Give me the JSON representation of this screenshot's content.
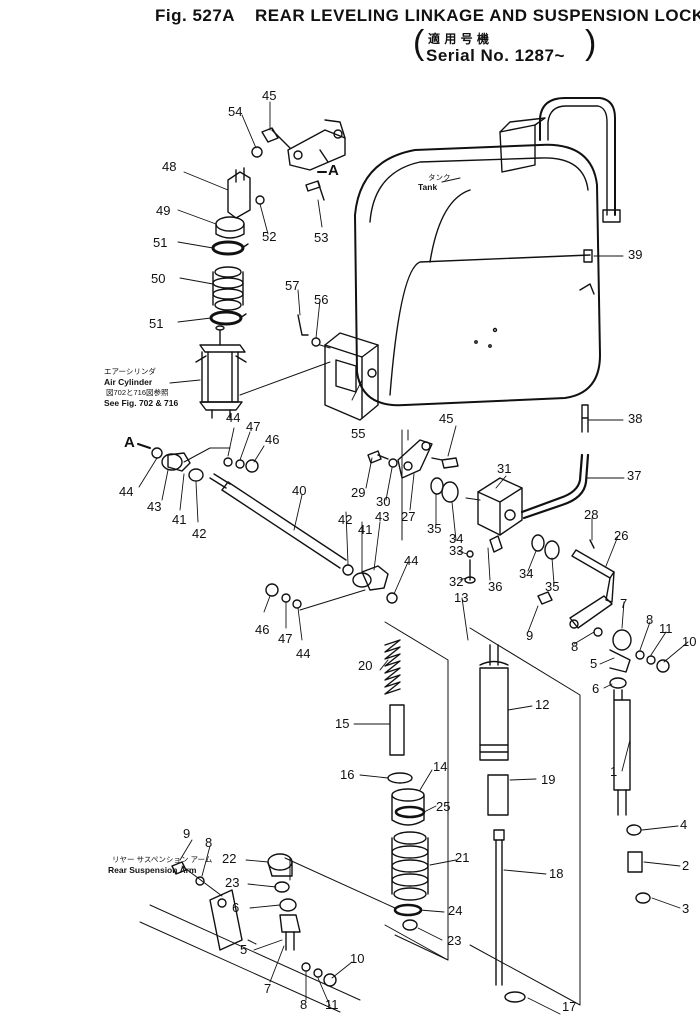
{
  "header": {
    "fig_number": "Fig. 527A",
    "title": "REAR LEVELING LINKAGE AND SUSPENSION LOCK",
    "applicable_jp": "適 用 号 機",
    "serial": "Serial No. 1287~"
  },
  "captions": {
    "tank_jp": "タンク",
    "tank": "Tank",
    "air_cylinder_jp": "エアーシリンダ",
    "air_cylinder": "Air Cylinder",
    "see_fig_jp": "図702と716図参照",
    "see_fig": "See Fig. 702 & 716",
    "rear_arm_jp": "リヤー サスペンション アーム",
    "rear_arm": "Rear Suspension Arm"
  },
  "ref_marks": [
    "A",
    "A"
  ],
  "callouts": {
    "c45a": "45",
    "c54": "54",
    "c48": "48",
    "c53": "53",
    "c52": "52",
    "c49": "49",
    "c51a": "51",
    "c50": "50",
    "c51b": "51",
    "c57": "57",
    "c56": "56",
    "c39": "39",
    "c55": "55",
    "c44a": "44",
    "c47a": "47",
    "c46a": "46",
    "c45b": "45",
    "c38": "38",
    "c44b": "44",
    "c43a": "43",
    "c41a": "41",
    "c42a": "42",
    "c40": "40",
    "c29": "29",
    "c30": "30",
    "c27": "27",
    "c31": "31",
    "c35a": "35",
    "c34a": "34",
    "c37": "37",
    "c42b": "42",
    "c41b": "41",
    "c43b": "43",
    "c44c": "44",
    "c33": "33",
    "c36": "36",
    "c34b": "34",
    "c35b": "35",
    "c28": "28",
    "c26": "26",
    "c32": "32",
    "c13": "13",
    "c46b": "46",
    "c47b": "47",
    "c44d": "44",
    "c9a": "9",
    "c8a": "8",
    "c7a": "7",
    "c8b": "8",
    "c11a": "11",
    "c10a": "10",
    "c5a": "5",
    "c6a": "6",
    "c20": "20",
    "c12": "12",
    "c15": "15",
    "c16": "16",
    "c14": "14",
    "c19": "19",
    "c1": "1",
    "c25": "25",
    "c4": "4",
    "c21": "21",
    "c2": "2",
    "c18": "18",
    "c3": "3",
    "c9b": "9",
    "c8c": "8",
    "c22": "22",
    "c23a": "23",
    "c6b": "6",
    "c24": "24",
    "c5b": "5",
    "c23b": "23",
    "c10b": "10",
    "c7b": "7",
    "c8d": "8",
    "c11b": "11",
    "c17": "17"
  }
}
